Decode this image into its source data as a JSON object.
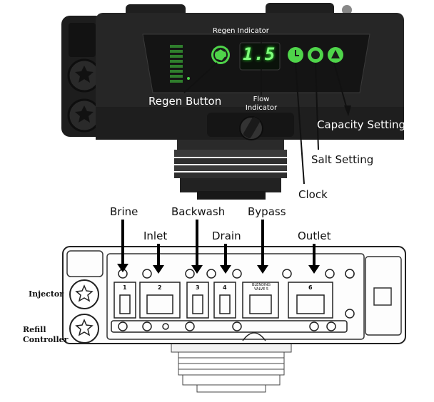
{
  "controller_photo": {
    "display_value": "1.5",
    "labels": {
      "regen_indicator": "Regen Indicator",
      "regen_button": "Regen Button",
      "flow_indicator_line1": "Flow",
      "flow_indicator_line2": "Indicator",
      "capacity_setting": "Capacity Setting",
      "salt_setting": "Salt Setting",
      "clock": "Clock"
    },
    "colors": {
      "housing": "#262626",
      "panel": "#151515",
      "led_green": "#4fd44a",
      "display_text": "#7dff7a"
    }
  },
  "valve_diagram": {
    "port_labels": {
      "brine": "Brine",
      "inlet": "Inlet",
      "backwash": "Backwash",
      "drain": "Drain",
      "bypass": "Bypass",
      "outlet": "Outlet"
    },
    "side_labels": {
      "injector": "Injector",
      "refill_line1": "Refill",
      "refill_line2": "Controller"
    },
    "port_numbers": [
      "1",
      "2",
      "3",
      "4",
      "5",
      "6"
    ],
    "bypass_port_text": [
      "BLENDING",
      "VALVE"
    ]
  }
}
